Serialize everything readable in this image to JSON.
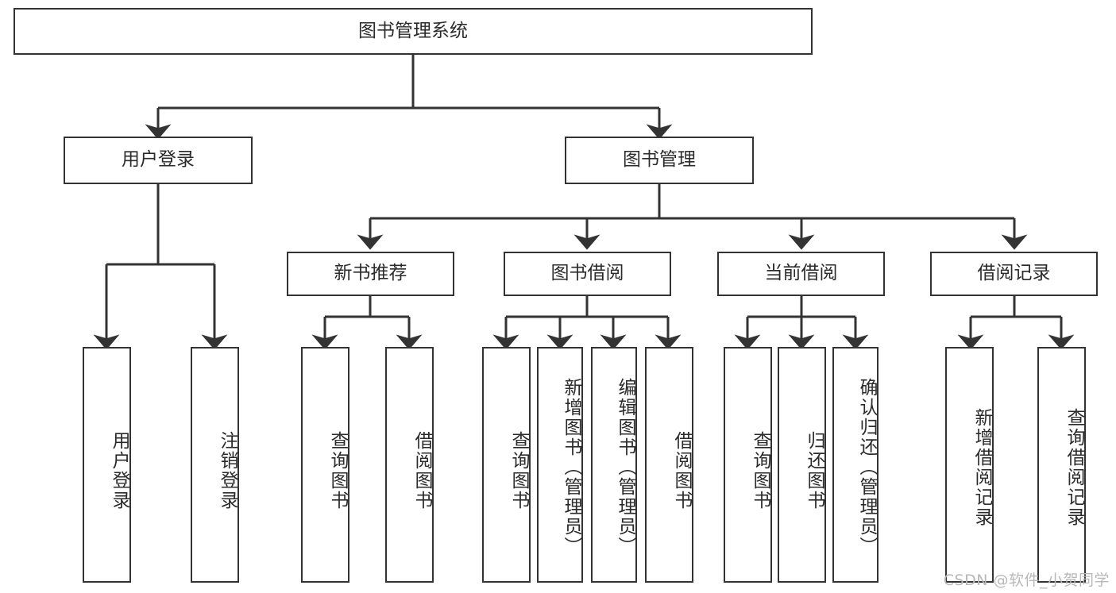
{
  "diagram": {
    "title": "图书管理系统",
    "type": "hierarchy-tree",
    "watermark": "CSDN @软件_小贺同学",
    "colors": {
      "stroke": "#333333",
      "text": "#2b2b2b",
      "background": "#ffffff",
      "watermark": "#b8b8b8"
    },
    "levels": {
      "root": {
        "label": "图书管理系统"
      },
      "level2": [
        {
          "label": "用户登录"
        },
        {
          "label": "图书管理"
        }
      ],
      "level3": [
        {
          "label": "新书推荐"
        },
        {
          "label": "图书借阅"
        },
        {
          "label": "当前借阅"
        },
        {
          "label": "借阅记录"
        }
      ],
      "leaves": [
        {
          "label": "用户登录",
          "parent": "用户登录"
        },
        {
          "label": "注销登录",
          "parent": "用户登录"
        },
        {
          "label": "查询图书",
          "parent": "新书推荐"
        },
        {
          "label": "借阅图书",
          "parent": "新书推荐"
        },
        {
          "label": "查询图书",
          "parent": "图书借阅"
        },
        {
          "label": "新增图书（管理员）",
          "parent": "图书借阅"
        },
        {
          "label": "编辑图书（管理员）",
          "parent": "图书借阅"
        },
        {
          "label": "借阅图书",
          "parent": "图书借阅"
        },
        {
          "label": "查询图书",
          "parent": "当前借阅"
        },
        {
          "label": "归还图书",
          "parent": "当前借阅"
        },
        {
          "label": "确认归还（管理员）",
          "parent": "当前借阅"
        },
        {
          "label": "新增借阅记录",
          "parent": "借阅记录"
        },
        {
          "label": "查询借阅记录",
          "parent": "借阅记录"
        }
      ]
    }
  }
}
